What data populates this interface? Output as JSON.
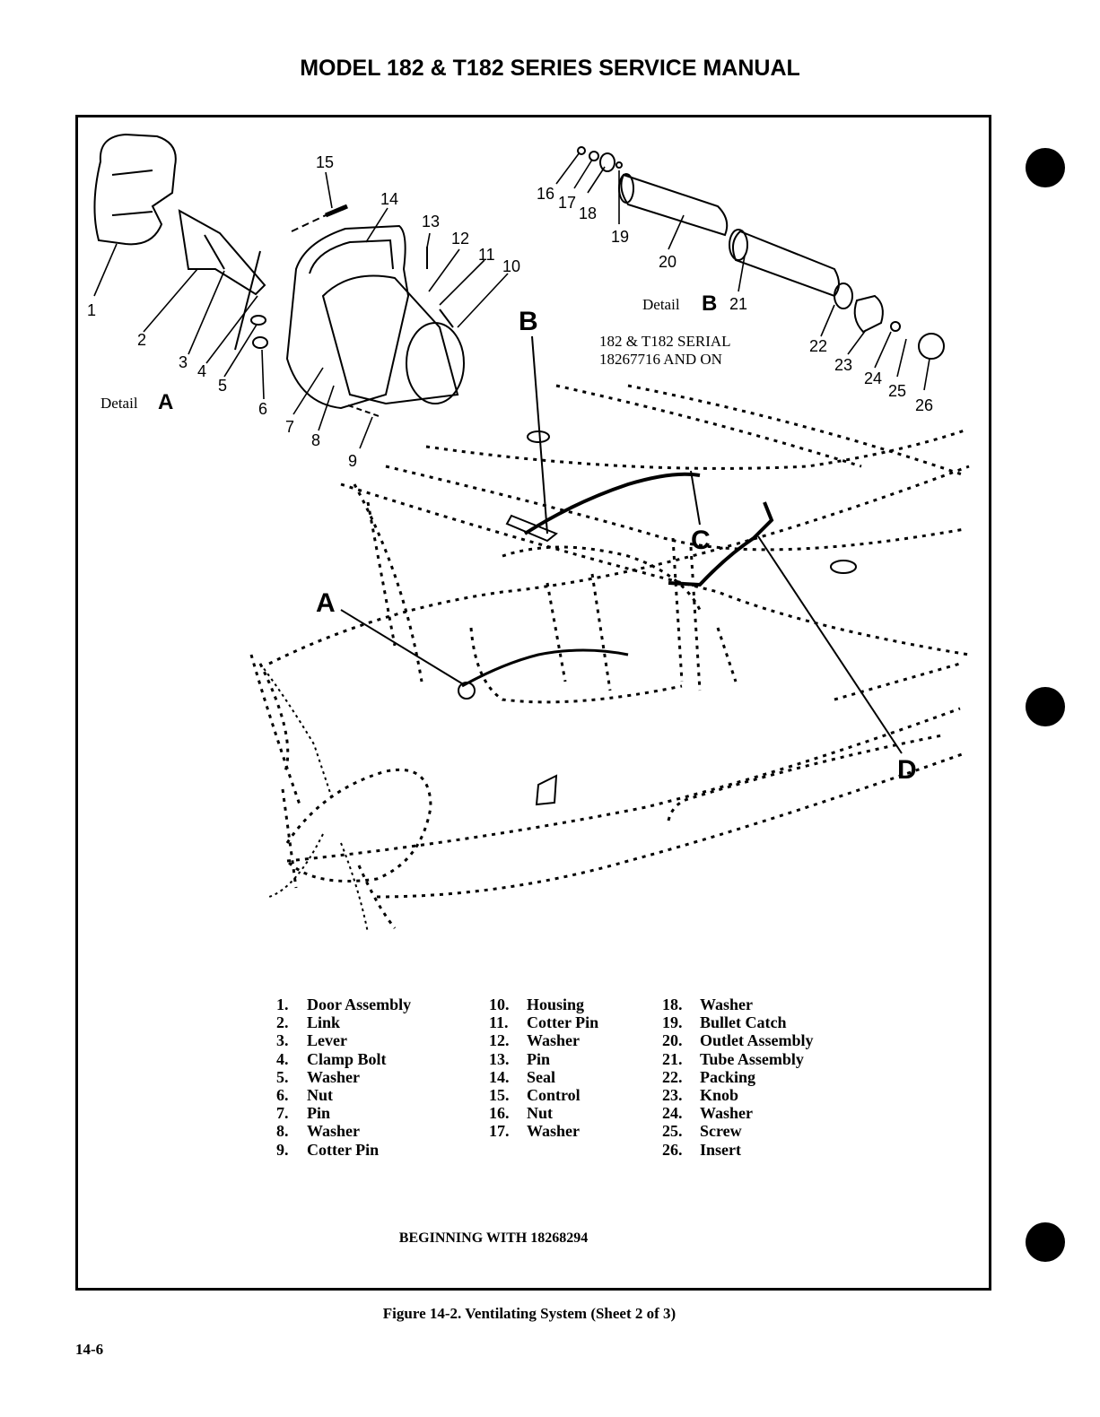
{
  "header": "MODEL 182 & T182 SERIES SERVICE MANUAL",
  "detail_a_label": "Detail",
  "detail_a_letter": "A",
  "detail_b_label": "Detail",
  "detail_b_letter": "B",
  "serial_note_line1": "182 & T182 SERIAL",
  "serial_note_line2": "18267716 AND ON",
  "view_letters": [
    "A",
    "B",
    "C",
    "D"
  ],
  "callouts": [
    "1",
    "2",
    "3",
    "4",
    "5",
    "6",
    "7",
    "8",
    "9",
    "10",
    "11",
    "12",
    "13",
    "14",
    "15",
    "16",
    "17",
    "18",
    "19",
    "20",
    "21",
    "22",
    "23",
    "24",
    "25",
    "26"
  ],
  "legend": [
    {
      "num": "1.",
      "label": "Door Assembly"
    },
    {
      "num": "2.",
      "label": "Link"
    },
    {
      "num": "3.",
      "label": "Lever"
    },
    {
      "num": "4.",
      "label": "Clamp Bolt"
    },
    {
      "num": "5.",
      "label": "Washer"
    },
    {
      "num": "6.",
      "label": "Nut"
    },
    {
      "num": "7.",
      "label": "Pin"
    },
    {
      "num": "8.",
      "label": "Washer"
    },
    {
      "num": "9.",
      "label": "Cotter Pin"
    },
    {
      "num": "10.",
      "label": "Housing"
    },
    {
      "num": "11.",
      "label": "Cotter Pin"
    },
    {
      "num": "12.",
      "label": "Washer"
    },
    {
      "num": "13.",
      "label": "Pin"
    },
    {
      "num": "14.",
      "label": "Seal"
    },
    {
      "num": "15.",
      "label": "Control"
    },
    {
      "num": "16.",
      "label": "Nut"
    },
    {
      "num": "17.",
      "label": "Washer"
    },
    {
      "num": "18.",
      "label": "Washer"
    },
    {
      "num": "19.",
      "label": "Bullet Catch"
    },
    {
      "num": "20.",
      "label": "Outlet Assembly"
    },
    {
      "num": "21.",
      "label": "Tube Assembly"
    },
    {
      "num": "22.",
      "label": "Packing"
    },
    {
      "num": "23.",
      "label": "Knob"
    },
    {
      "num": "24.",
      "label": "Washer"
    },
    {
      "num": "25.",
      "label": "Screw"
    },
    {
      "num": "26.",
      "label": "Insert"
    }
  ],
  "effectivity": "BEGINNING WITH 18268294",
  "caption": "Figure 14-2.  Ventilating System  (Sheet 2 of 3)",
  "page_number": "14-6"
}
